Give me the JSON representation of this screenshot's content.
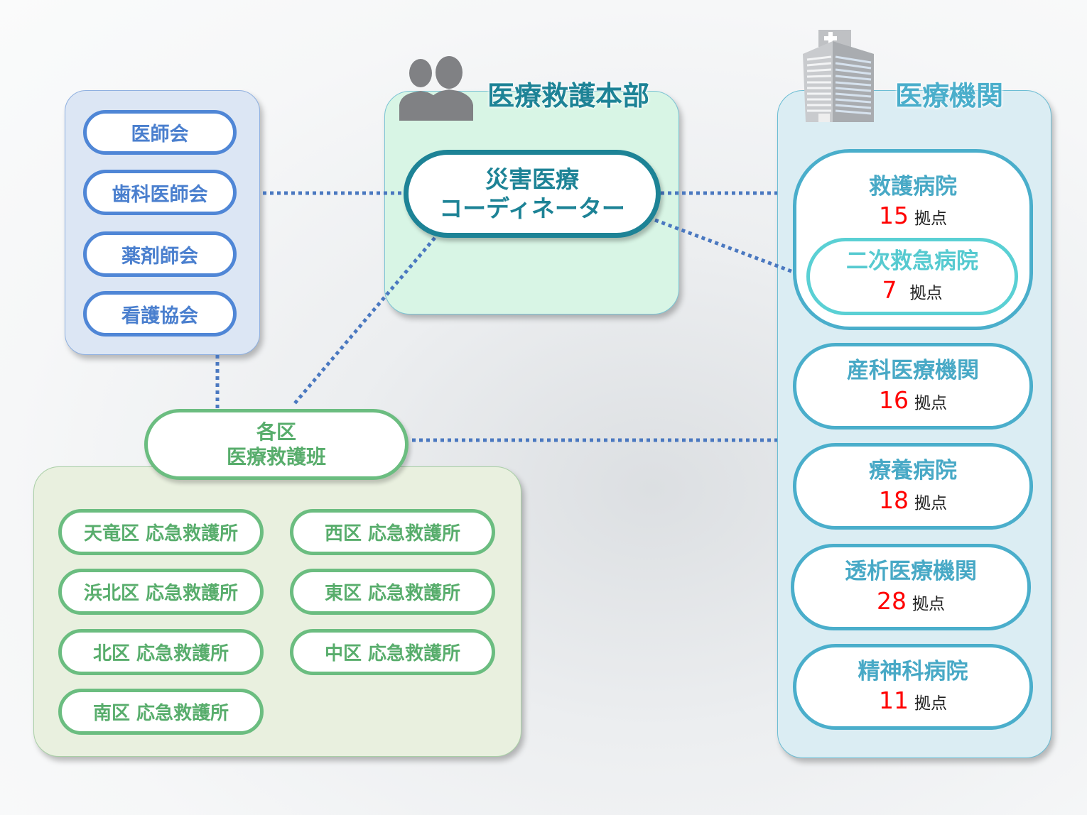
{
  "associations": {
    "items": [
      "医師会",
      "歯科医師会",
      "薬剤師会",
      "看護協会"
    ]
  },
  "headquarters": {
    "title": "医療救護本部",
    "icon": "people-icon",
    "coordinator": [
      "災害医療",
      "コーディネーター"
    ]
  },
  "institutions": {
    "title": "医療機関",
    "icon": "hospital-building-icon",
    "unit": "拠点",
    "items": [
      {
        "label": "救護病院",
        "count": "15"
      },
      {
        "label": "二次救急病院",
        "count": "7"
      },
      {
        "label": "産科医療機関",
        "count": "16"
      },
      {
        "label": "療養病院",
        "count": "18"
      },
      {
        "label": "透析医療機関",
        "count": "28"
      },
      {
        "label": "精神科病院",
        "count": "11"
      }
    ]
  },
  "ward_teams": {
    "title": [
      "各区",
      "医療救護班"
    ],
    "stations": [
      "天竜区 応急救護所",
      "西区 応急救護所",
      "浜北区 応急救護所",
      "東区 応急救護所",
      "北区 応急救護所",
      "中区 応急救護所",
      "南区 応急救護所"
    ]
  },
  "colors": {
    "blue": "#4f86d6",
    "green": "#6bbd80",
    "teal": "#1d8396",
    "cyan": "#4aaecb",
    "red": "#ff0000"
  }
}
